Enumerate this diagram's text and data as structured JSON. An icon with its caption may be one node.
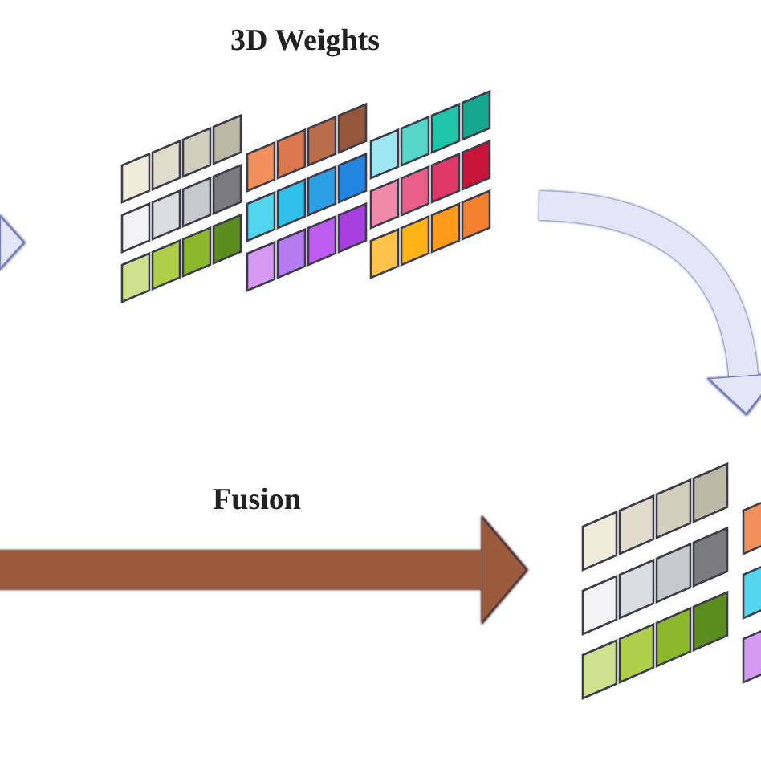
{
  "diagram": {
    "nodes": [
      {
        "text": [
          "3D Weights"
        ]
      },
      {
        "text": [],
        "shape": "box"
      }
    ],
    "edges": [
      {
        "from": null,
        "to": 0,
        "arrow": "to"
      },
      {
        "from": 0,
        "to": 1,
        "arrow": "to"
      },
      {
        "from": null,
        "to": 1,
        "arrow": "to",
        "label": "Fusion",
        "color": "#9b5a3c"
      }
    ]
  }
}
